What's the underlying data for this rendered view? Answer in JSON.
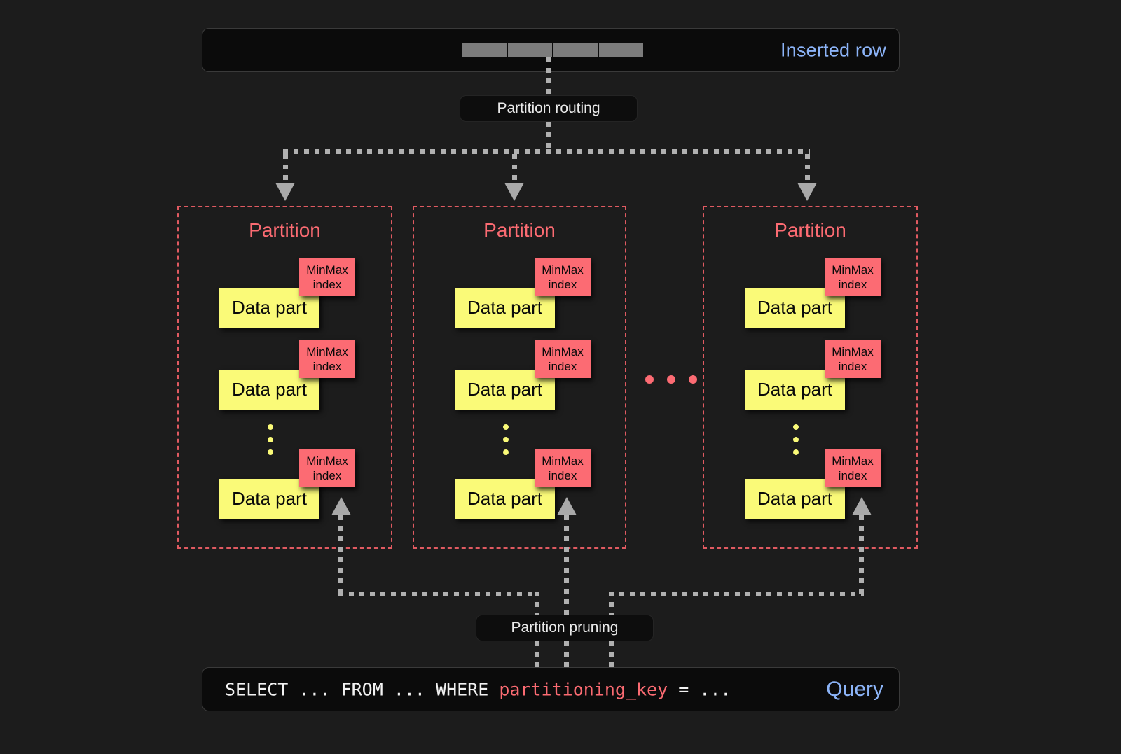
{
  "theme": {
    "background": "#1c1c1c",
    "panel_background": "#0b0b0b",
    "accent_blue": "#8cb4f8",
    "accent_red": "#fc6b73",
    "partition_border": "#e05a61",
    "data_part_yellow": "#fafa78",
    "connector_gray": "#b0b0b0"
  },
  "inserted_row": {
    "label": "Inserted row",
    "cell_count": 4
  },
  "partition_routing": {
    "label": "Partition routing"
  },
  "partitions": [
    {
      "title": "Partition",
      "parts": [
        {
          "label": "Data part",
          "index_line1": "MinMax",
          "index_line2": "index"
        },
        {
          "label": "Data part",
          "index_line1": "MinMax",
          "index_line2": "index"
        },
        {
          "label": "Data part",
          "index_line1": "MinMax",
          "index_line2": "index"
        }
      ]
    },
    {
      "title": "Partition",
      "parts": [
        {
          "label": "Data part",
          "index_line1": "MinMax",
          "index_line2": "index"
        },
        {
          "label": "Data part",
          "index_line1": "MinMax",
          "index_line2": "index"
        },
        {
          "label": "Data part",
          "index_line1": "MinMax",
          "index_line2": "index"
        }
      ]
    },
    {
      "title": "Partition",
      "parts": [
        {
          "label": "Data part",
          "index_line1": "MinMax",
          "index_line2": "index"
        },
        {
          "label": "Data part",
          "index_line1": "MinMax",
          "index_line2": "index"
        },
        {
          "label": "Data part",
          "index_line1": "MinMax",
          "index_line2": "index"
        }
      ]
    }
  ],
  "partition_pruning": {
    "label": "Partition pruning"
  },
  "query": {
    "prefix": "SELECT ... FROM ... WHERE ",
    "key": "partitioning_key",
    "suffix": " = ...",
    "label": "Query"
  }
}
